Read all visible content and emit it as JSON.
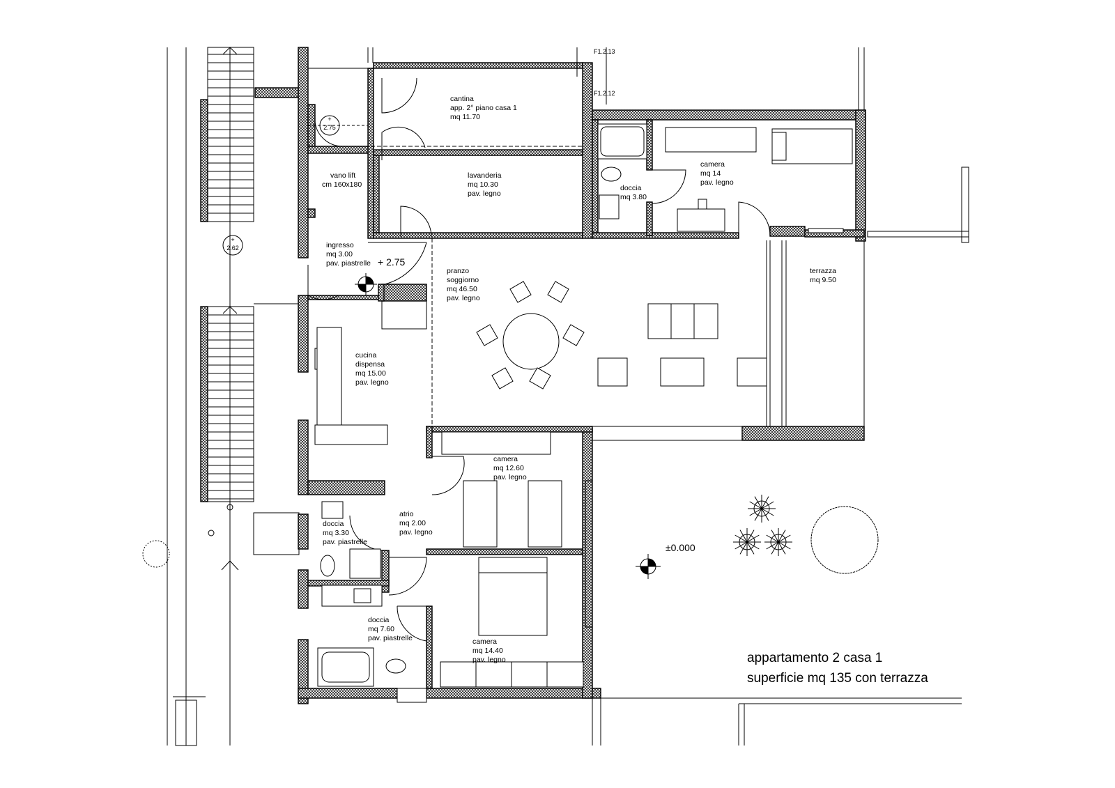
{
  "rooms": [
    {
      "id": "cantina",
      "lines": [
        "cantina",
        "app. 2° piano casa 1",
        "mq 11.70"
      ]
    },
    {
      "id": "vano-lift",
      "lines": [
        "vano lift",
        "cm 160x180"
      ]
    },
    {
      "id": "lavanderia",
      "lines": [
        "lavanderia",
        "mq 10.30",
        "pav. legno"
      ]
    },
    {
      "id": "doccia-1",
      "lines": [
        "doccia",
        "mq 3.80"
      ]
    },
    {
      "id": "camera-1",
      "lines": [
        "camera",
        "mq 14",
        "pav. legno"
      ]
    },
    {
      "id": "ingresso",
      "lines": [
        "ingresso",
        "mq 3.00",
        "pav. piastrelle"
      ]
    },
    {
      "id": "pranzo",
      "lines": [
        "pranzo",
        "soggiorno",
        "mq 46.50",
        "pav. legno"
      ]
    },
    {
      "id": "terrazza",
      "lines": [
        "terrazza",
        "mq 9.50"
      ]
    },
    {
      "id": "cucina",
      "lines": [
        "cucina",
        "dispensa",
        "mq 15.00",
        "pav. legno"
      ]
    },
    {
      "id": "camera-2",
      "lines": [
        "camera",
        "mq 12.60",
        "pav. legno"
      ]
    },
    {
      "id": "atrio",
      "lines": [
        "atrio",
        "mq 2.00",
        "pav. legno"
      ]
    },
    {
      "id": "doccia-2",
      "lines": [
        "doccia",
        "mq 3.30",
        "pav. piastrelle"
      ]
    },
    {
      "id": "doccia-3",
      "lines": [
        "doccia",
        "mq 7.60",
        "pav. piastrelle"
      ]
    },
    {
      "id": "camera-3",
      "lines": [
        "camera",
        "mq 14.40",
        "pav. legno"
      ]
    }
  ],
  "levels": {
    "entrance": "+ 2.75",
    "garden": "±0.000",
    "lift_marker": "2.75",
    "stair_marker": "2.62"
  },
  "windows": {
    "w1": "F1.2.13",
    "w2": "F1.2.12"
  },
  "title": {
    "line1": "appartamento 2 casa 1",
    "line2": "superficie mq 135 con terrazza"
  }
}
